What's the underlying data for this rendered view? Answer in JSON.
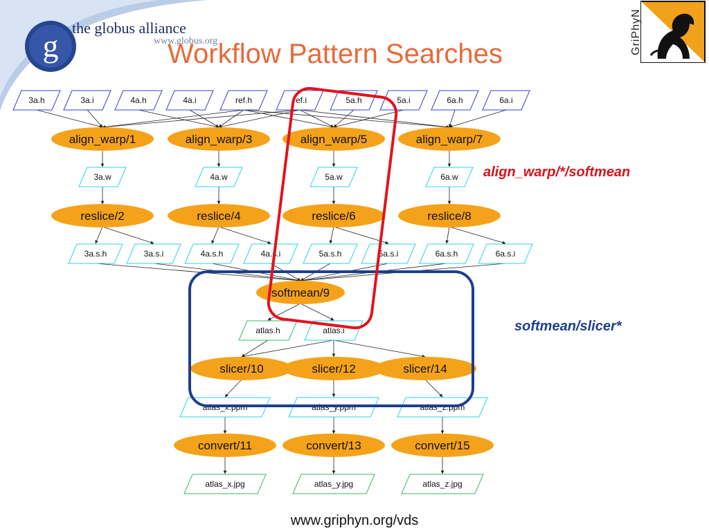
{
  "header": {
    "logo_text": "the globus alliance",
    "logo_url": "www.globus.org",
    "logo_glyph": "g",
    "title": "Workflow Pattern Searches",
    "griphyn_text": "GriPhyN"
  },
  "annotations": {
    "red_pattern": "align_warp/*/softmean",
    "blue_pattern": "softmean/slicer*"
  },
  "footer": {
    "url": "www.griphyn.org/vds"
  },
  "colors": {
    "title": "#e8693a",
    "job_node_fill": "#f5a21b",
    "file_border_inputs": "#3b3bd1",
    "file_border_intermediate": "#2ed3e3",
    "file_border_outputs": "#3bb86a",
    "highlight_red": "#e0141c",
    "highlight_blue": "#1d3f8c"
  },
  "graph": {
    "files": [
      {
        "id": "3a.h",
        "label": "3a.h",
        "kind": "input"
      },
      {
        "id": "3a.i",
        "label": "3a.i",
        "kind": "input"
      },
      {
        "id": "4a.h",
        "label": "4a.h",
        "kind": "input"
      },
      {
        "id": "4a.i",
        "label": "4a.i",
        "kind": "input"
      },
      {
        "id": "ref.h",
        "label": "ref.h",
        "kind": "input"
      },
      {
        "id": "ref.i",
        "label": "ref.i",
        "kind": "input"
      },
      {
        "id": "5a.h",
        "label": "5a.h",
        "kind": "input"
      },
      {
        "id": "5a.i",
        "label": "5a.i",
        "kind": "input"
      },
      {
        "id": "6a.h",
        "label": "6a.h",
        "kind": "input"
      },
      {
        "id": "6a.i",
        "label": "6a.i",
        "kind": "input"
      },
      {
        "id": "3a.w",
        "label": "3a.w",
        "kind": "intermediate"
      },
      {
        "id": "4a.w",
        "label": "4a.w",
        "kind": "intermediate"
      },
      {
        "id": "5a.w",
        "label": "5a.w",
        "kind": "intermediate"
      },
      {
        "id": "6a.w",
        "label": "6a.w",
        "kind": "intermediate"
      },
      {
        "id": "3a.s.h",
        "label": "3a.s.h",
        "kind": "intermediate"
      },
      {
        "id": "3a.s.i",
        "label": "3a.s.i",
        "kind": "intermediate"
      },
      {
        "id": "4a.s.h",
        "label": "4a.s.h",
        "kind": "intermediate"
      },
      {
        "id": "4a.s.i",
        "label": "4a.s.i",
        "kind": "intermediate"
      },
      {
        "id": "5a.s.h",
        "label": "5a.s.h",
        "kind": "intermediate"
      },
      {
        "id": "5a.s.i",
        "label": "5a.s.i",
        "kind": "intermediate"
      },
      {
        "id": "6a.s.h",
        "label": "6a.s.h",
        "kind": "intermediate"
      },
      {
        "id": "6a.s.i",
        "label": "6a.s.i",
        "kind": "intermediate"
      },
      {
        "id": "atlas.h",
        "label": "atlas.h",
        "kind": "output"
      },
      {
        "id": "atlas.i",
        "label": "atlas.i",
        "kind": "intermediate"
      },
      {
        "id": "atlas_x.ppm",
        "label": "atlas_x.ppm",
        "kind": "intermediate"
      },
      {
        "id": "atlas_y.ppm",
        "label": "atlas_y.ppm",
        "kind": "intermediate"
      },
      {
        "id": "atlas_z.ppm",
        "label": "atlas_z.ppm",
        "kind": "intermediate"
      },
      {
        "id": "atlas_x.jpg",
        "label": "atlas_x.jpg",
        "kind": "output"
      },
      {
        "id": "atlas_y.jpg",
        "label": "atlas_y.jpg",
        "kind": "output"
      },
      {
        "id": "atlas_z.jpg",
        "label": "atlas_z.jpg",
        "kind": "output"
      }
    ],
    "jobs": [
      {
        "id": "align_warp/1",
        "label": "align_warp/1"
      },
      {
        "id": "align_warp/3",
        "label": "align_warp/3"
      },
      {
        "id": "align_warp/5",
        "label": "align_warp/5"
      },
      {
        "id": "align_warp/7",
        "label": "align_warp/7"
      },
      {
        "id": "reslice/2",
        "label": "reslice/2"
      },
      {
        "id": "reslice/4",
        "label": "reslice/4"
      },
      {
        "id": "reslice/6",
        "label": "reslice/6"
      },
      {
        "id": "reslice/8",
        "label": "reslice/8"
      },
      {
        "id": "softmean/9",
        "label": "softmean/9"
      },
      {
        "id": "slicer/10",
        "label": "slicer/10"
      },
      {
        "id": "slicer/12",
        "label": "slicer/12"
      },
      {
        "id": "slicer/14",
        "label": "slicer/14"
      },
      {
        "id": "convert/11",
        "label": "convert/11"
      },
      {
        "id": "convert/13",
        "label": "convert/13"
      },
      {
        "id": "convert/15",
        "label": "convert/15"
      }
    ],
    "edges": [
      [
        "3a.h",
        "align_warp/1"
      ],
      [
        "3a.i",
        "align_warp/1"
      ],
      [
        "ref.h",
        "align_warp/1"
      ],
      [
        "ref.i",
        "align_warp/1"
      ],
      [
        "4a.h",
        "align_warp/3"
      ],
      [
        "4a.i",
        "align_warp/3"
      ],
      [
        "ref.h",
        "align_warp/3"
      ],
      [
        "ref.i",
        "align_warp/3"
      ],
      [
        "5a.h",
        "align_warp/5"
      ],
      [
        "5a.i",
        "align_warp/5"
      ],
      [
        "ref.h",
        "align_warp/5"
      ],
      [
        "ref.i",
        "align_warp/5"
      ],
      [
        "6a.h",
        "align_warp/7"
      ],
      [
        "6a.i",
        "align_warp/7"
      ],
      [
        "ref.h",
        "align_warp/7"
      ],
      [
        "ref.i",
        "align_warp/7"
      ],
      [
        "align_warp/1",
        "3a.w"
      ],
      [
        "align_warp/3",
        "4a.w"
      ],
      [
        "align_warp/5",
        "5a.w"
      ],
      [
        "align_warp/7",
        "6a.w"
      ],
      [
        "3a.w",
        "reslice/2"
      ],
      [
        "4a.w",
        "reslice/4"
      ],
      [
        "5a.w",
        "reslice/6"
      ],
      [
        "6a.w",
        "reslice/8"
      ],
      [
        "reslice/2",
        "3a.s.h"
      ],
      [
        "reslice/2",
        "3a.s.i"
      ],
      [
        "reslice/4",
        "4a.s.h"
      ],
      [
        "reslice/4",
        "4a.s.i"
      ],
      [
        "reslice/6",
        "5a.s.h"
      ],
      [
        "reslice/6",
        "5a.s.i"
      ],
      [
        "reslice/8",
        "6a.s.h"
      ],
      [
        "reslice/8",
        "6a.s.i"
      ],
      [
        "3a.s.h",
        "softmean/9"
      ],
      [
        "3a.s.i",
        "softmean/9"
      ],
      [
        "4a.s.h",
        "softmean/9"
      ],
      [
        "4a.s.i",
        "softmean/9"
      ],
      [
        "5a.s.h",
        "softmean/9"
      ],
      [
        "5a.s.i",
        "softmean/9"
      ],
      [
        "6a.s.h",
        "softmean/9"
      ],
      [
        "6a.s.i",
        "softmean/9"
      ],
      [
        "softmean/9",
        "atlas.h"
      ],
      [
        "softmean/9",
        "atlas.i"
      ],
      [
        "atlas.h",
        "slicer/10"
      ],
      [
        "atlas.i",
        "slicer/10"
      ],
      [
        "atlas.i",
        "slicer/12"
      ],
      [
        "atlas.i",
        "slicer/14"
      ],
      [
        "slicer/10",
        "atlas_x.ppm"
      ],
      [
        "slicer/12",
        "atlas_y.ppm"
      ],
      [
        "slicer/14",
        "atlas_z.ppm"
      ],
      [
        "atlas_x.ppm",
        "convert/11"
      ],
      [
        "atlas_y.ppm",
        "convert/13"
      ],
      [
        "atlas_z.ppm",
        "convert/15"
      ],
      [
        "convert/11",
        "atlas_x.jpg"
      ],
      [
        "convert/13",
        "atlas_y.jpg"
      ],
      [
        "convert/15",
        "atlas_z.jpg"
      ]
    ]
  }
}
